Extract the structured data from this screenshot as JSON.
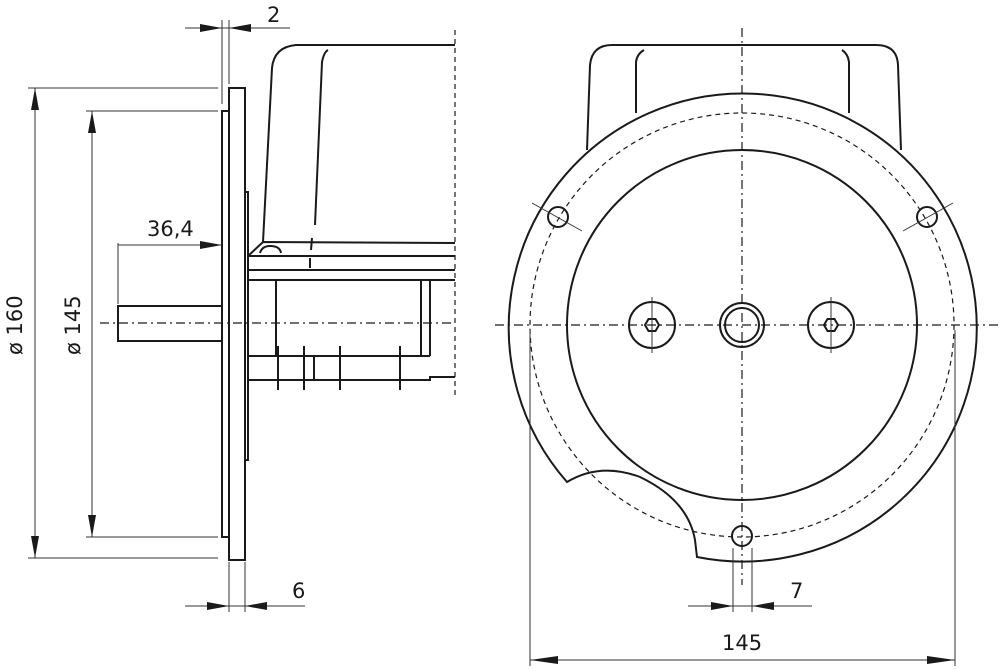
{
  "drawing": {
    "dimensions": {
      "plate_thickness": "2",
      "shaft_length": "36,4",
      "outer_diameter": "ø 160",
      "pilot_diameter": "ø 145",
      "flange_thickness": "6",
      "hole_diameter": "7",
      "bolt_circle": "145"
    },
    "color": "#1a1a1a"
  }
}
